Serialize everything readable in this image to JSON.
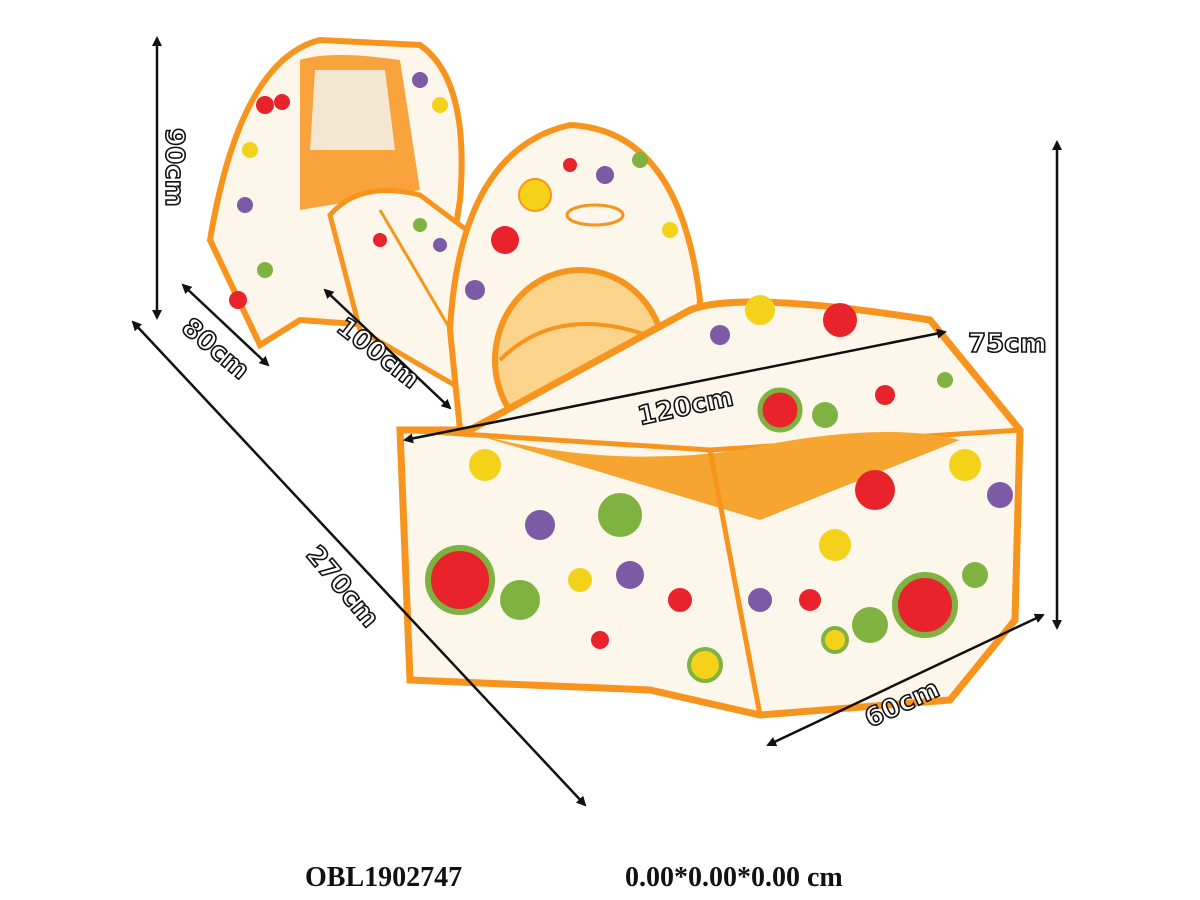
{
  "product": {
    "code": "OBL1902747",
    "package_size": "0.00*0.00*0.00 cm"
  },
  "dimensions": {
    "tent_height": "90cm",
    "tent_depth": "80cm",
    "tunnel_length": "100cm",
    "pit_width": "120cm",
    "pit_height": "75cm",
    "total_length": "270cm",
    "pit_side": "60cm"
  },
  "colors": {
    "orange": "#f7941d",
    "red": "#e8232b",
    "yellow": "#f5d21a",
    "green": "#7fb241",
    "purple": "#7c5aa6",
    "fabric": "#fdf6ea"
  }
}
